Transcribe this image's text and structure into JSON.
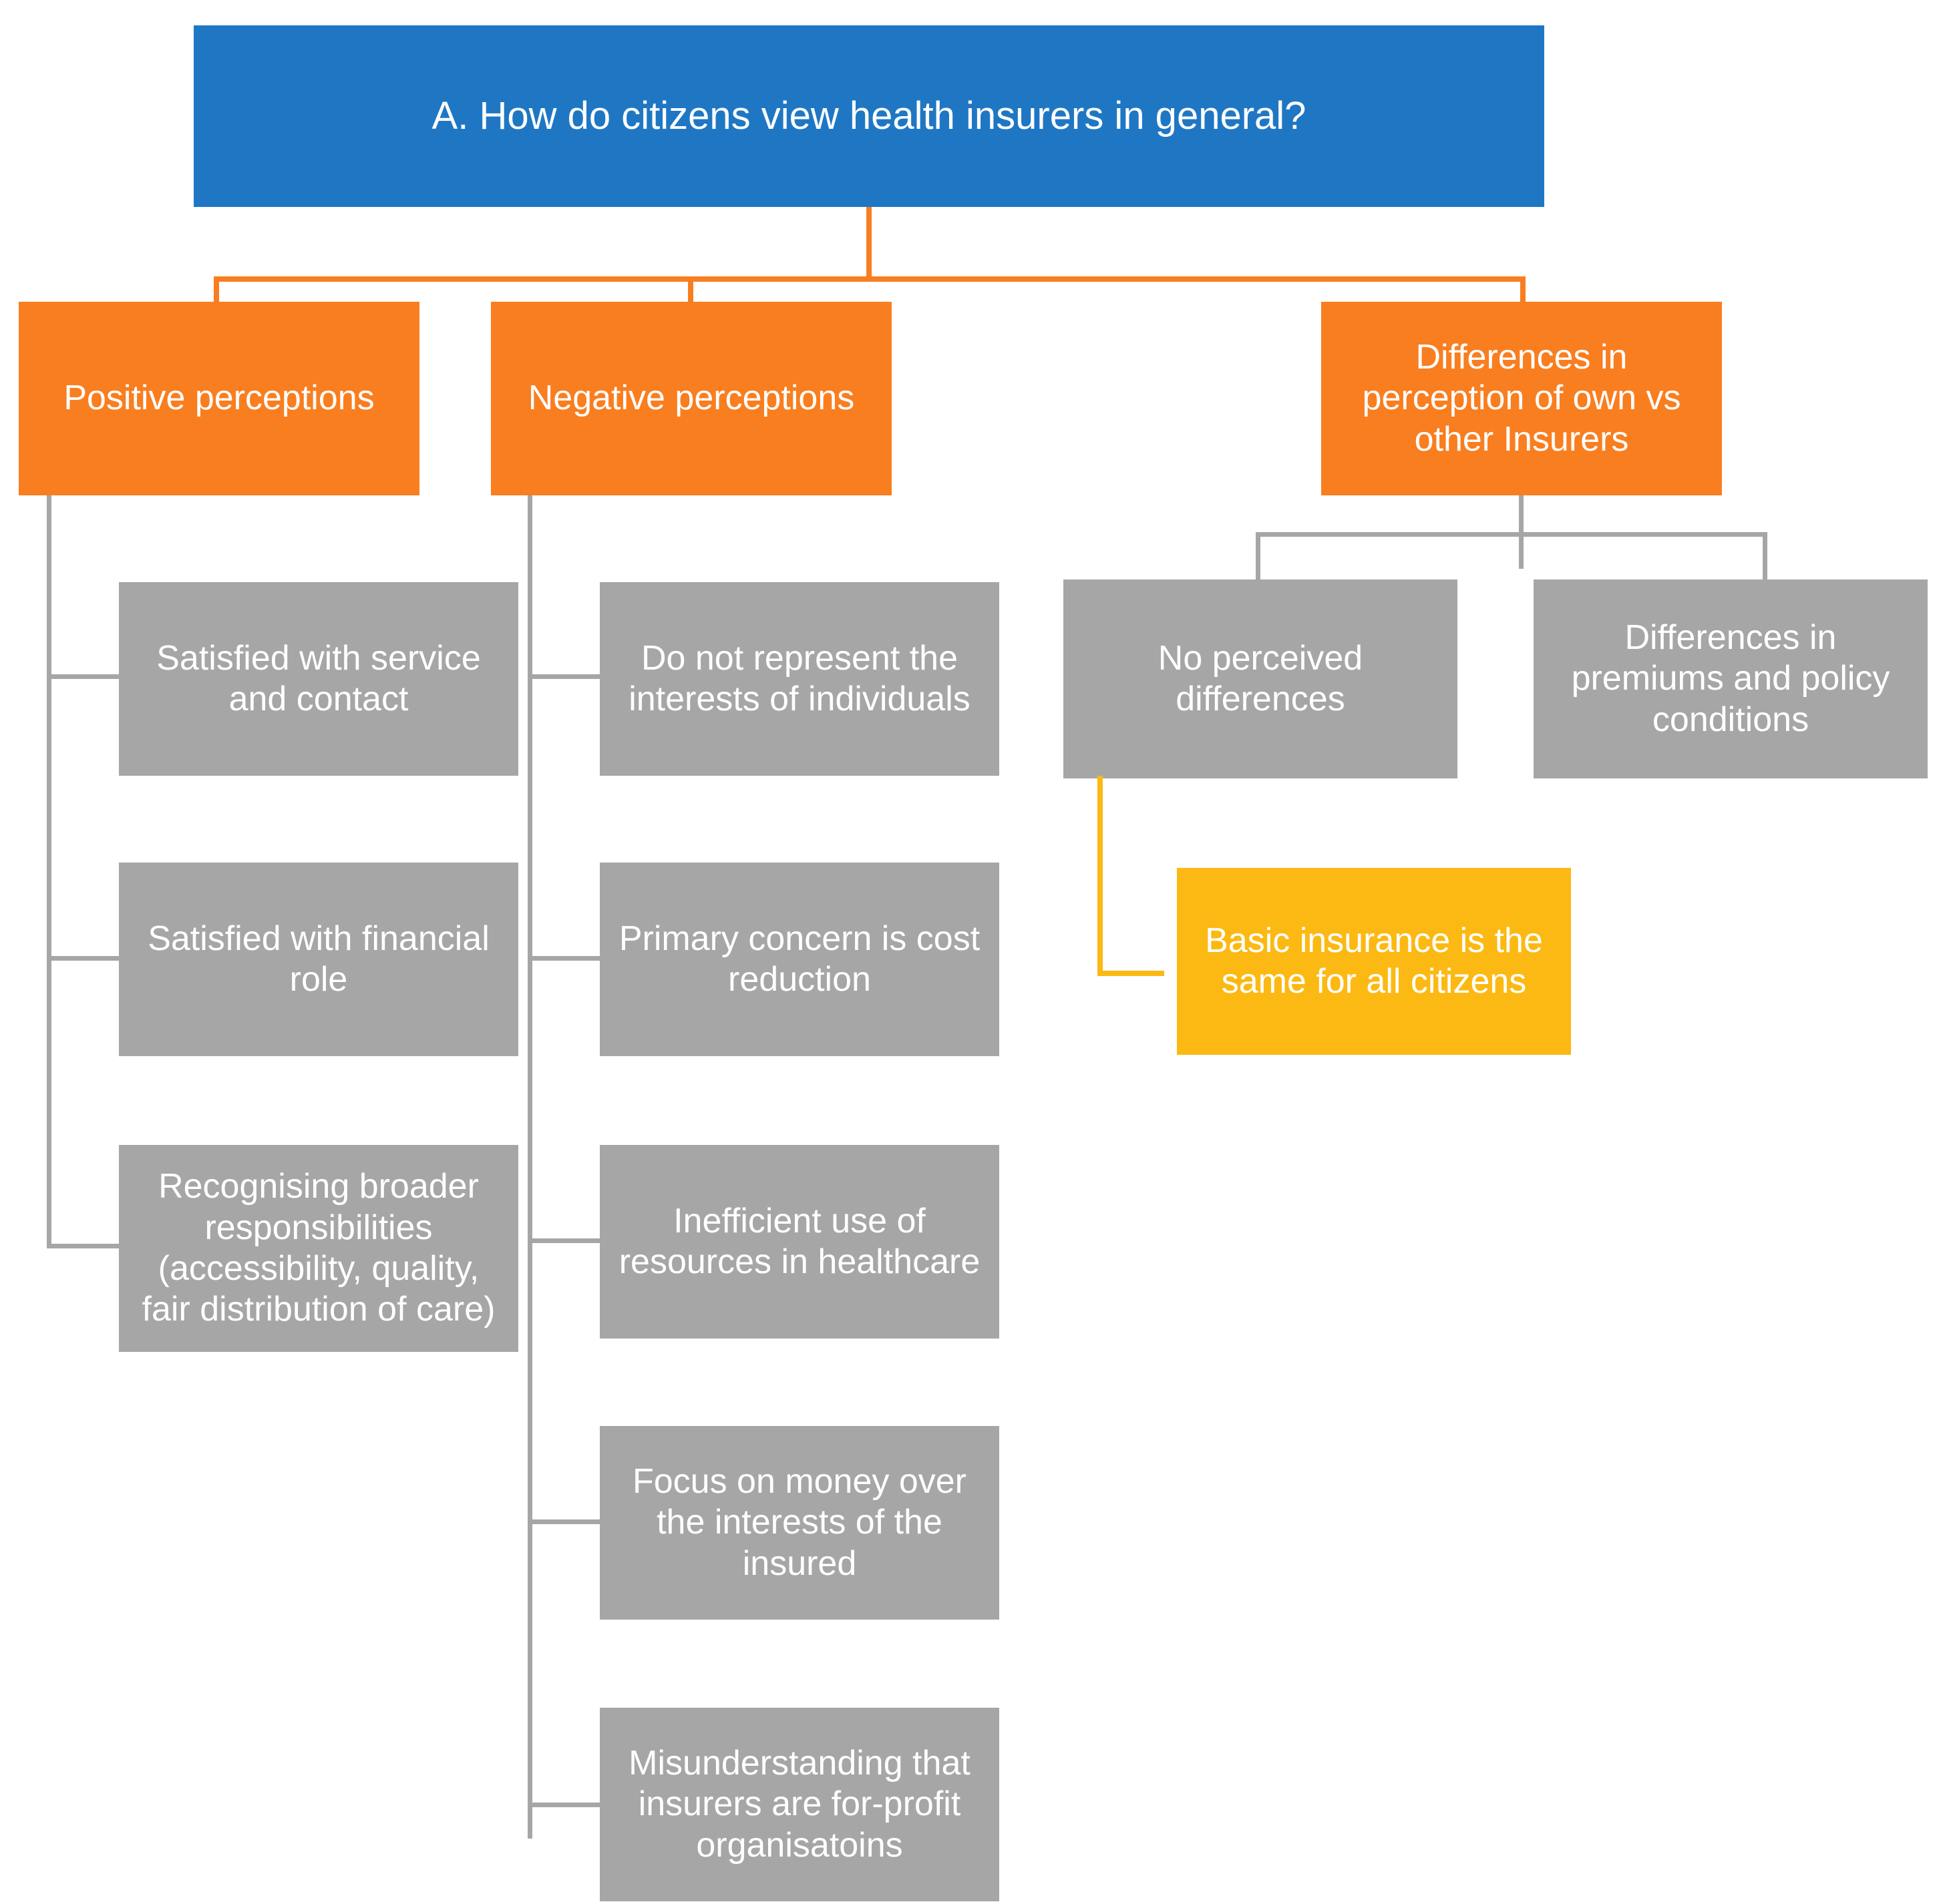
{
  "diagram": {
    "title": "A. How do citizens view health insurers in general?",
    "colors": {
      "root": "#1f77c4",
      "branch": "#f97e20",
      "leaf": "#a6a6a6",
      "highlight": "#fcb913",
      "text": "#ffffff",
      "background": "#ffffff"
    },
    "root": {
      "label": "A. How do citizens view health insurers in general?"
    },
    "branches": [
      {
        "id": "positive",
        "label": "Positive perceptions",
        "children": [
          {
            "id": "pos-1",
            "label": "Satisfied with service\nand contact"
          },
          {
            "id": "pos-2",
            "label": "Satisfied with financial\nrole"
          },
          {
            "id": "pos-3",
            "label": "Recognising broader\nresponsibilities\n(accessibility, quality,\nfair distribution of care)"
          }
        ]
      },
      {
        "id": "negative",
        "label": "Negative perceptions",
        "children": [
          {
            "id": "neg-1",
            "label": "Do not represent the\ninterests of individuals"
          },
          {
            "id": "neg-2",
            "label": "Primary concern is cost\nreduction"
          },
          {
            "id": "neg-3",
            "label": "Inefficient use of\nresources in healthcare"
          },
          {
            "id": "neg-4",
            "label": "Focus on money over\nthe interests of the\ninsured"
          },
          {
            "id": "neg-5",
            "label": "Misunderstanding that\ninsurers are for-profit\norganisatoins"
          }
        ]
      },
      {
        "id": "differences",
        "label": "Differences in\nperception of own vs\nother Insurers",
        "children": [
          {
            "id": "diff-1",
            "label": "No perceived\ndifferences",
            "children": [
              {
                "id": "diff-1-1",
                "label": "Basic insurance is the\nsame for all citizens"
              }
            ]
          },
          {
            "id": "diff-2",
            "label": "Differences in\npremiums and policy\nconditions"
          }
        ]
      }
    ]
  }
}
